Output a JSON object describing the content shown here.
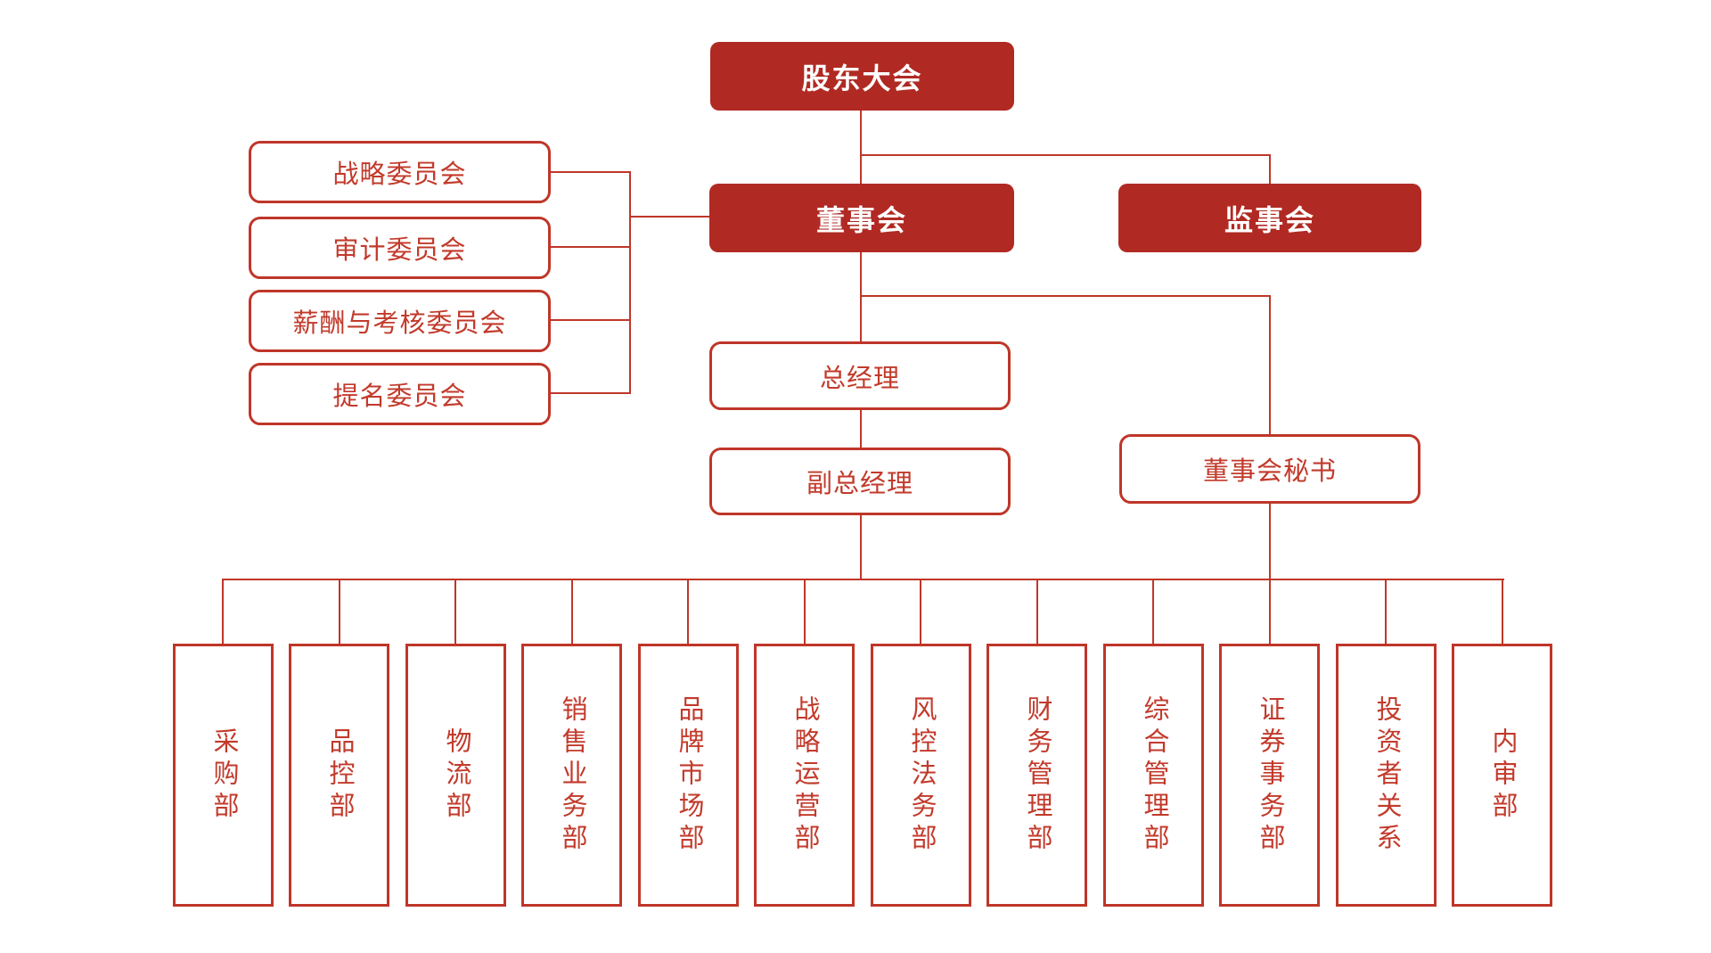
{
  "colors": {
    "filled_box": "#B02A23",
    "line": "#BF3629",
    "text_on_filled": "#FFFFFF",
    "outline_text": "#C23A2B",
    "background": "#FFFFFF"
  },
  "nodes": {
    "shareholders": "股东大会",
    "board": "董事会",
    "supervisory": "监事会",
    "committees": [
      "战略委员会",
      "审计委员会",
      "薪酬与考核委员会",
      "提名委员会"
    ],
    "general_manager": "总经理",
    "deputy_general_manager": "副总经理",
    "board_secretary": "董事会秘书",
    "departments": [
      "采购部",
      "品控部",
      "物流部",
      "销售业务部",
      "品牌市场部",
      "战略运营部",
      "风控法务部",
      "财务管理部",
      "综合管理部",
      "证券事务部",
      "投资者关系",
      "内审部"
    ]
  },
  "structure": {
    "top": "股东大会",
    "children_of_top": [
      "董事会",
      "监事会"
    ],
    "board_committees": [
      "战略委员会",
      "审计委员会",
      "薪酬与考核委员会",
      "提名委员会"
    ],
    "board_children": [
      "总经理",
      "董事会秘书"
    ],
    "general_manager_child": "副总经理",
    "department_bus_sources": [
      "副总经理",
      "董事会秘书"
    ],
    "departments_on_bus": [
      "采购部",
      "品控部",
      "物流部",
      "销售业务部",
      "品牌市场部",
      "战略运营部",
      "风控法务部",
      "财务管理部",
      "综合管理部",
      "证券事务部",
      "投资者关系",
      "内审部"
    ]
  }
}
